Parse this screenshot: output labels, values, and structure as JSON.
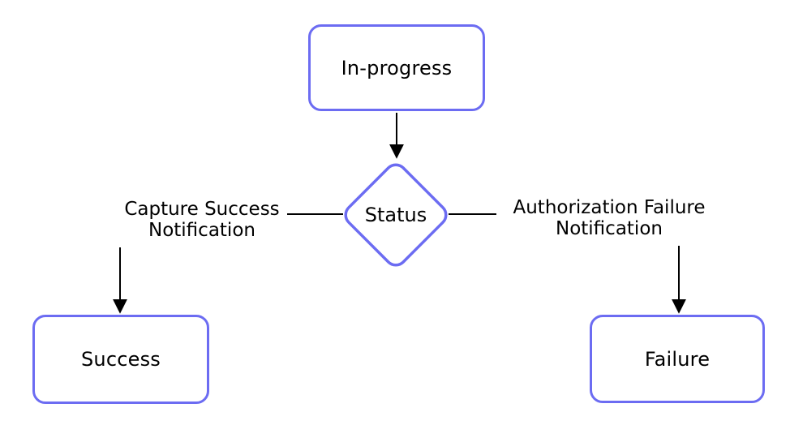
{
  "diagram": {
    "type": "flowchart",
    "colors": {
      "node_border": "#6c6cf2",
      "node_fill": "#ffffff",
      "edge_line": "#000000",
      "text": "#000000",
      "background": "#ffffff"
    },
    "nodes": {
      "in_progress": {
        "label": "In-progress",
        "shape": "rounded-rectangle"
      },
      "status": {
        "label": "Status",
        "shape": "decision-diamond"
      },
      "success": {
        "label": "Success",
        "shape": "rounded-rectangle"
      },
      "failure": {
        "label": "Failure",
        "shape": "rounded-rectangle"
      }
    },
    "edges": {
      "in_progress_to_status": {
        "from": "In-progress",
        "to": "Status",
        "label": ""
      },
      "status_to_success": {
        "from": "Status",
        "to": "Success",
        "label_line1": "Capture Success",
        "label_line2": "Notification"
      },
      "status_to_failure": {
        "from": "Status",
        "to": "Failure",
        "label_line1": "Authorization Failure",
        "label_line2": "Notification"
      }
    }
  }
}
